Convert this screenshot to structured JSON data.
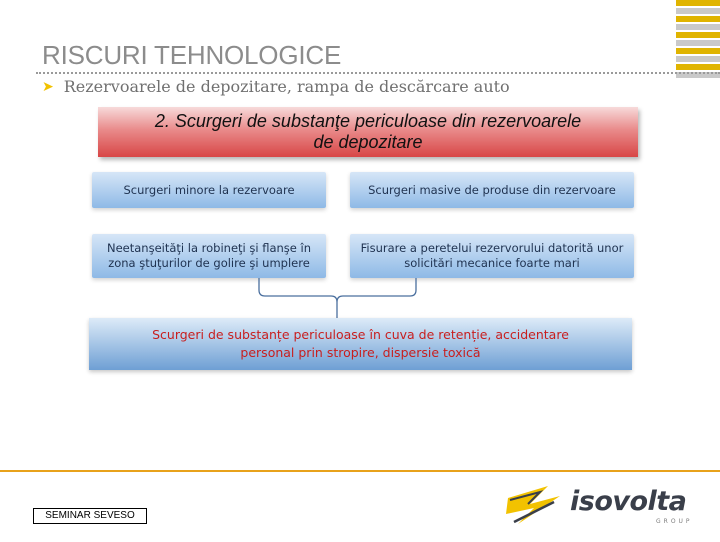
{
  "slide": {
    "title": "RISCURI TEHNOLOGICE",
    "subtitle": "Rezervoarele de depozitare, rampa de descărcare auto",
    "header_line1": "2. Scurgeri de substanţe periculoase din rezervoarele",
    "header_line2": "de depozitare"
  },
  "diagram": {
    "boxes": [
      {
        "line1": "Scurgeri minore la rezervoare",
        "line2": ""
      },
      {
        "line1": "Scurgeri masive de produse din rezervoare",
        "line2": ""
      },
      {
        "line1": "Neetanşeităţi la robineţi şi flanşe în",
        "line2": "zona ştuţurilor de golire şi umplere"
      },
      {
        "line1": "Fisurare a peretelui rezervorului datorită unor",
        "line2": "solicitări mecanice foarte mari"
      }
    ],
    "result_line1": "Scurgeri de substanțe periculoase în cuva de retenție, accidentare",
    "result_line2": "personal prin stropire, dispersie toxică"
  },
  "footer": {
    "label": "SEMINAR SEVESO",
    "logo_text": "isovolta",
    "logo_subtext": "GROUP"
  },
  "colors": {
    "accent_yellow": "#f2c200",
    "header_red": "#d84646",
    "box_blue": "#8eb9e6",
    "result_text_red": "#c81e1e",
    "logo_dark": "#3a3f4a"
  },
  "icons": {
    "bullet": "arrow-bullet-icon",
    "logo": "isovolta-logo-mark-icon"
  }
}
